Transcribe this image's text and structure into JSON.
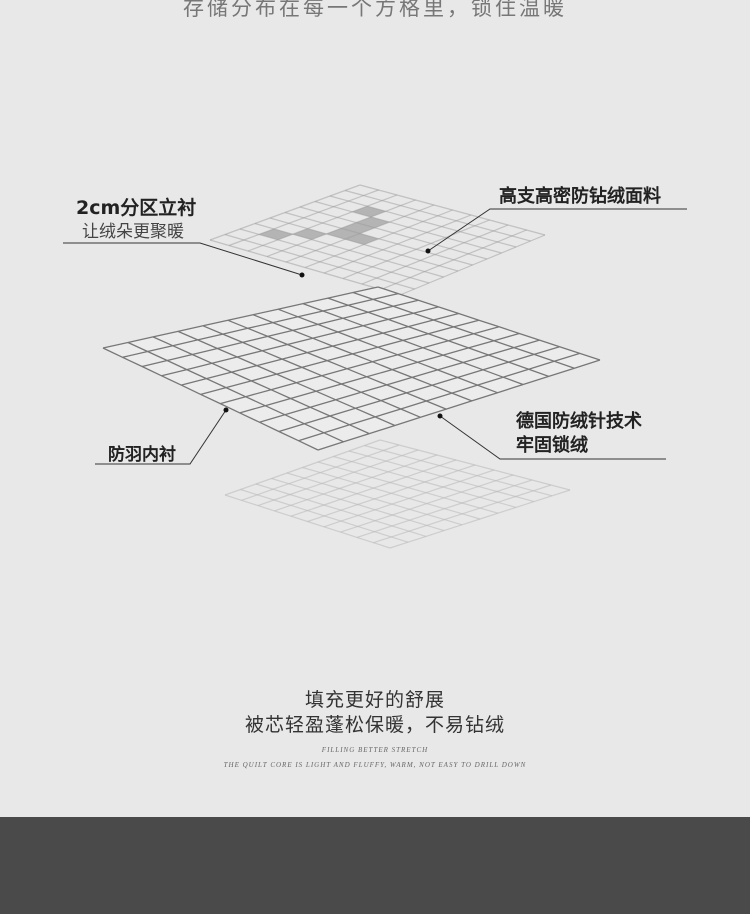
{
  "top_caption": "存储分布在每一个方格里，锁住温暖",
  "labels": {
    "partition_title": "2cm分区立衬",
    "partition_sub": "让绒朵更聚暖",
    "fabric": "高支高密防钻绒面料",
    "lining": "防羽内衬",
    "tech_line1": "德国防绒针技术",
    "tech_line2": "牢固锁绒"
  },
  "footer": {
    "title": "填充更好的舒展",
    "subtitle": "被芯轻盈蓬松保暖，不易钻绒",
    "en_title": "FILLING BETTER STRETCH",
    "en_sub": "THE QUILT CORE IS LIGHT AND FLUFFY, WARM, NOT EASY TO DRILL DOWN"
  },
  "colors": {
    "bg": "#e8e8e8",
    "band": "#4a4a4a"
  }
}
